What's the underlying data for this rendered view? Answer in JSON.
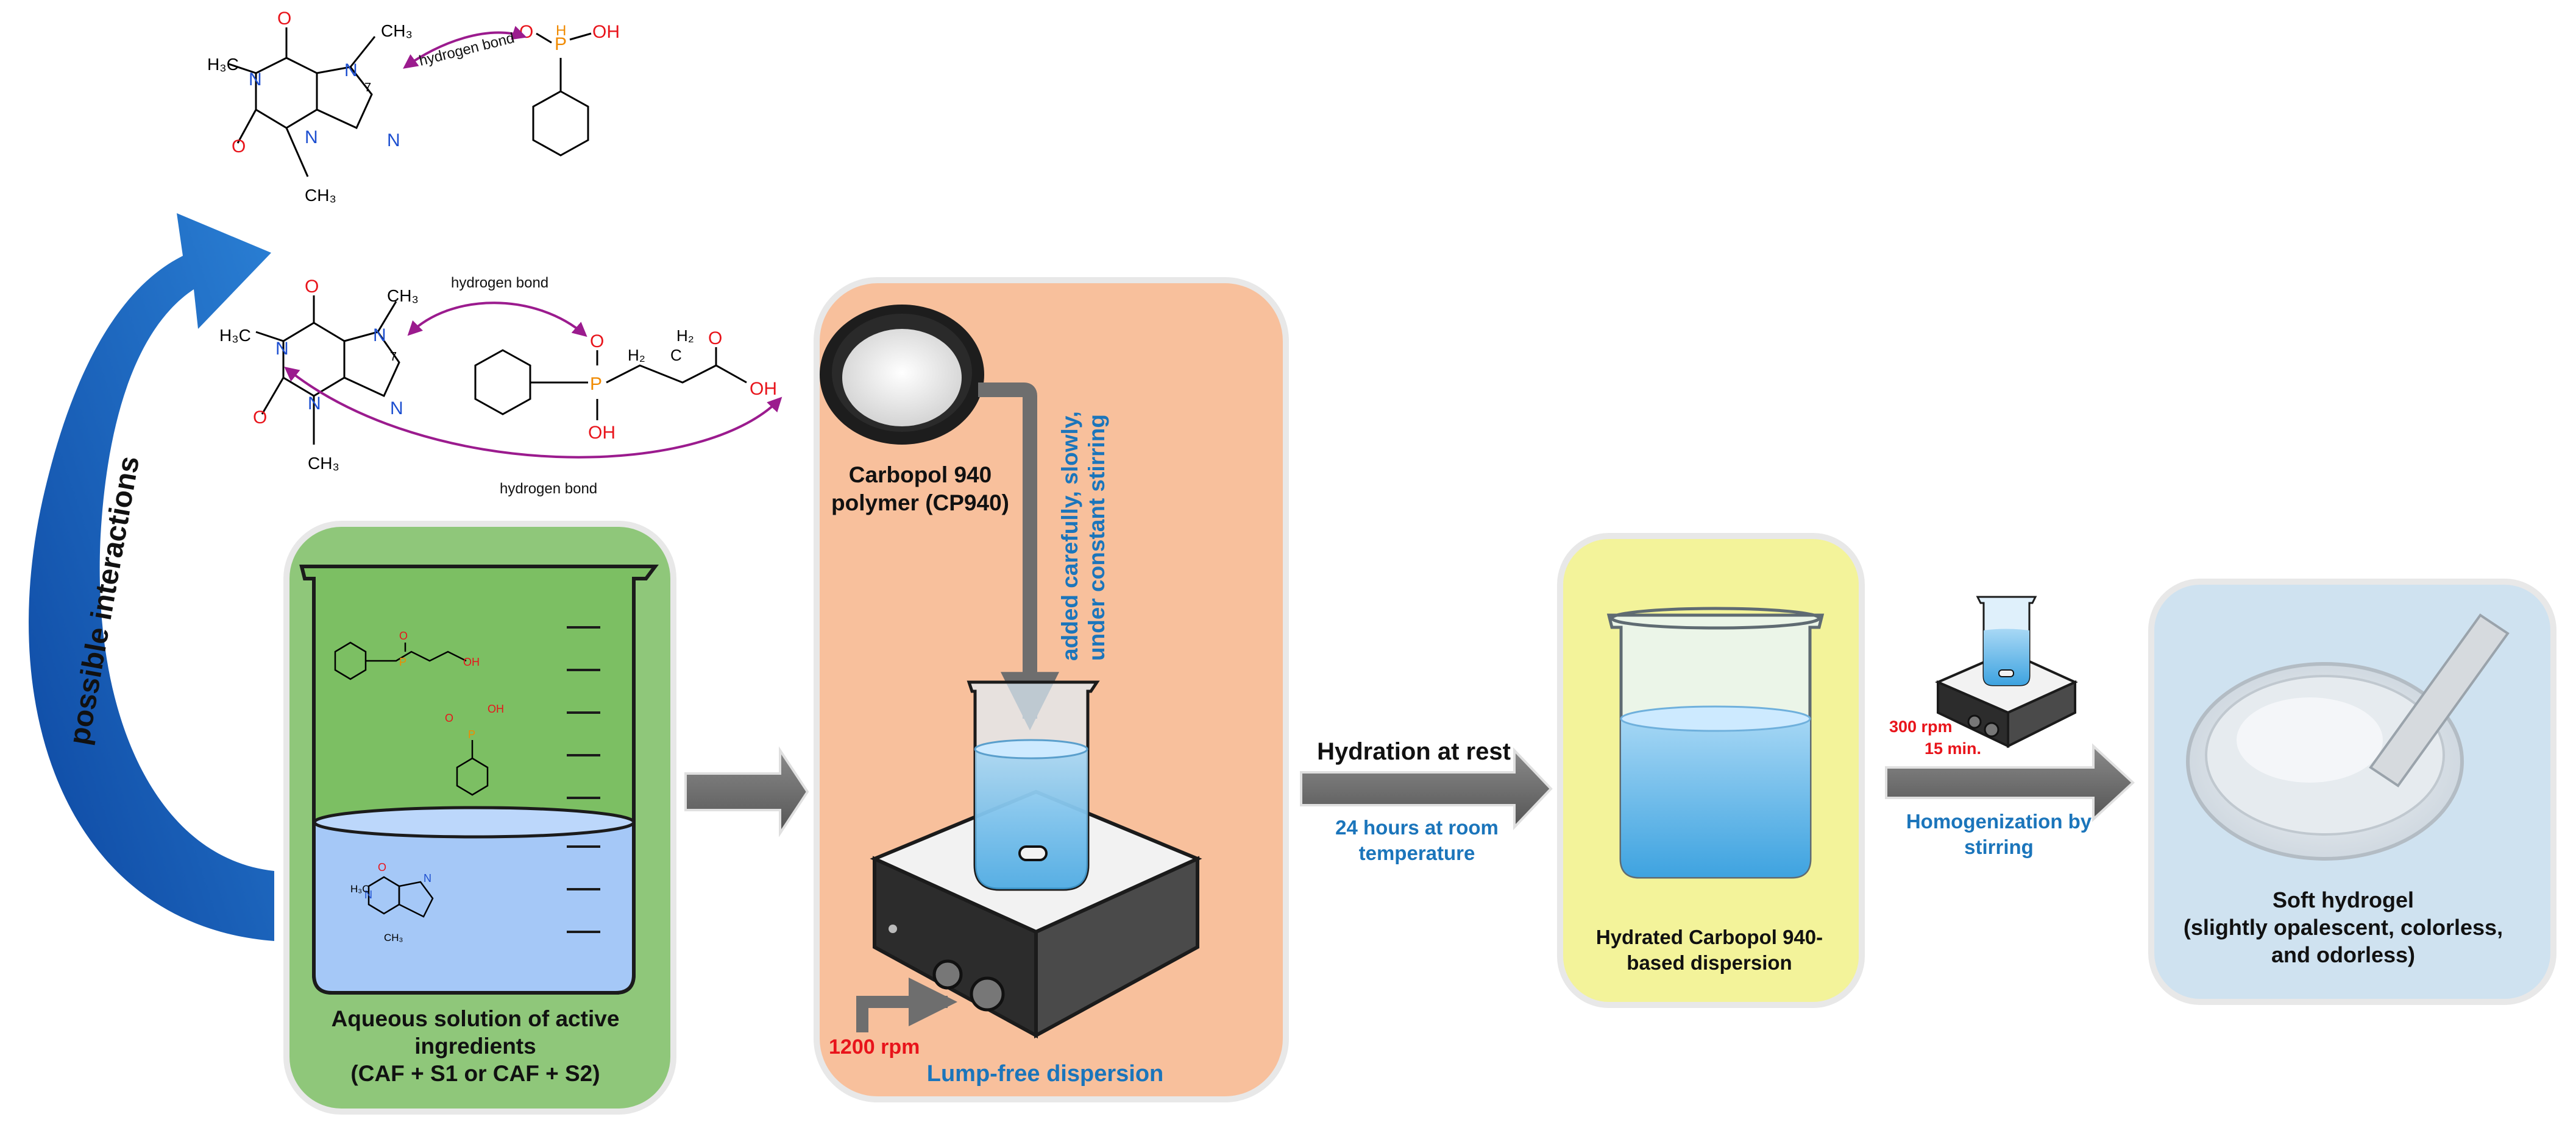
{
  "diagram": {
    "curved_arrow_label": "possible interactions",
    "hydrogen_bond_label": "hydrogen bond",
    "boxes": {
      "aqueous": {
        "label_lines": [
          "Aqueous solution of active",
          "ingredients",
          "(CAF + S1 or CAF + S2)"
        ]
      },
      "carbopol": {
        "powder_label_lines": [
          "Carbopol 940",
          "polymer (CP940)"
        ],
        "addition_note_lines": [
          "added carefully, slowly,",
          "under constant stirring"
        ],
        "speed": "1200 rpm",
        "result": "Lump-free dispersion"
      },
      "hydrated": {
        "label_lines": [
          "Hydrated Carbopol 940-",
          "based dispersion"
        ]
      },
      "hydrogel": {
        "label_lines": [
          "Soft hydrogel",
          "(slightly opalescent, colorless,",
          "and odorless)"
        ]
      }
    },
    "steps": {
      "hydration": {
        "title": "Hydration at rest",
        "detail_lines": [
          "24 hours at room",
          "temperature"
        ]
      },
      "homogenization": {
        "speed": "300 rpm",
        "time": "15 min.",
        "detail_lines": [
          "Homogenization by",
          "stirring"
        ]
      }
    },
    "colors": {
      "green_box": "#8fc77a",
      "salmon_box": "#f8c09c",
      "yellow_box": "#f3f39a",
      "blue_box": "#cfe2f0",
      "arrow_gray": "#6e6e6e",
      "curved_arrow_blue": "#1565c0",
      "red_text": "#e8141b",
      "blue_text": "#1b75bb",
      "purple_bond": "#9b1b8e",
      "oxygen_red": "#e8141b",
      "nitrogen_blue": "#1d4fd0",
      "phosphorus_orange": "#f08a00"
    }
  }
}
